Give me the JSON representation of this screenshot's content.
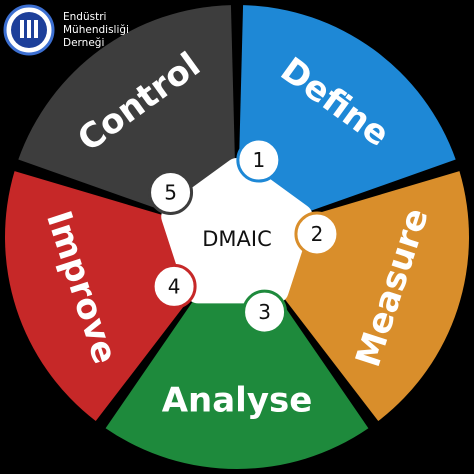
{
  "logo": {
    "lines": [
      "Endüstri",
      "Mühendisliği",
      "Derneği"
    ],
    "ring_color": "#3c6fd1"
  },
  "diagram": {
    "center_label": "DMAIC",
    "center_color": "#ffffff",
    "segments": [
      {
        "number": "1",
        "label": "Define",
        "color": "#1e88d6"
      },
      {
        "number": "2",
        "label": "Measure",
        "color": "#d98e2b"
      },
      {
        "number": "3",
        "label": "Analyse",
        "color": "#1e8a3c"
      },
      {
        "number": "4",
        "label": "Improve",
        "color": "#c62828"
      },
      {
        "number": "5",
        "label": "Control",
        "color": "#3d3d3d"
      }
    ],
    "badge_ring_colors": [
      "#1e88d6",
      "#d98e2b",
      "#1e8a3c",
      "#c62828",
      "#3d3d3d"
    ]
  }
}
